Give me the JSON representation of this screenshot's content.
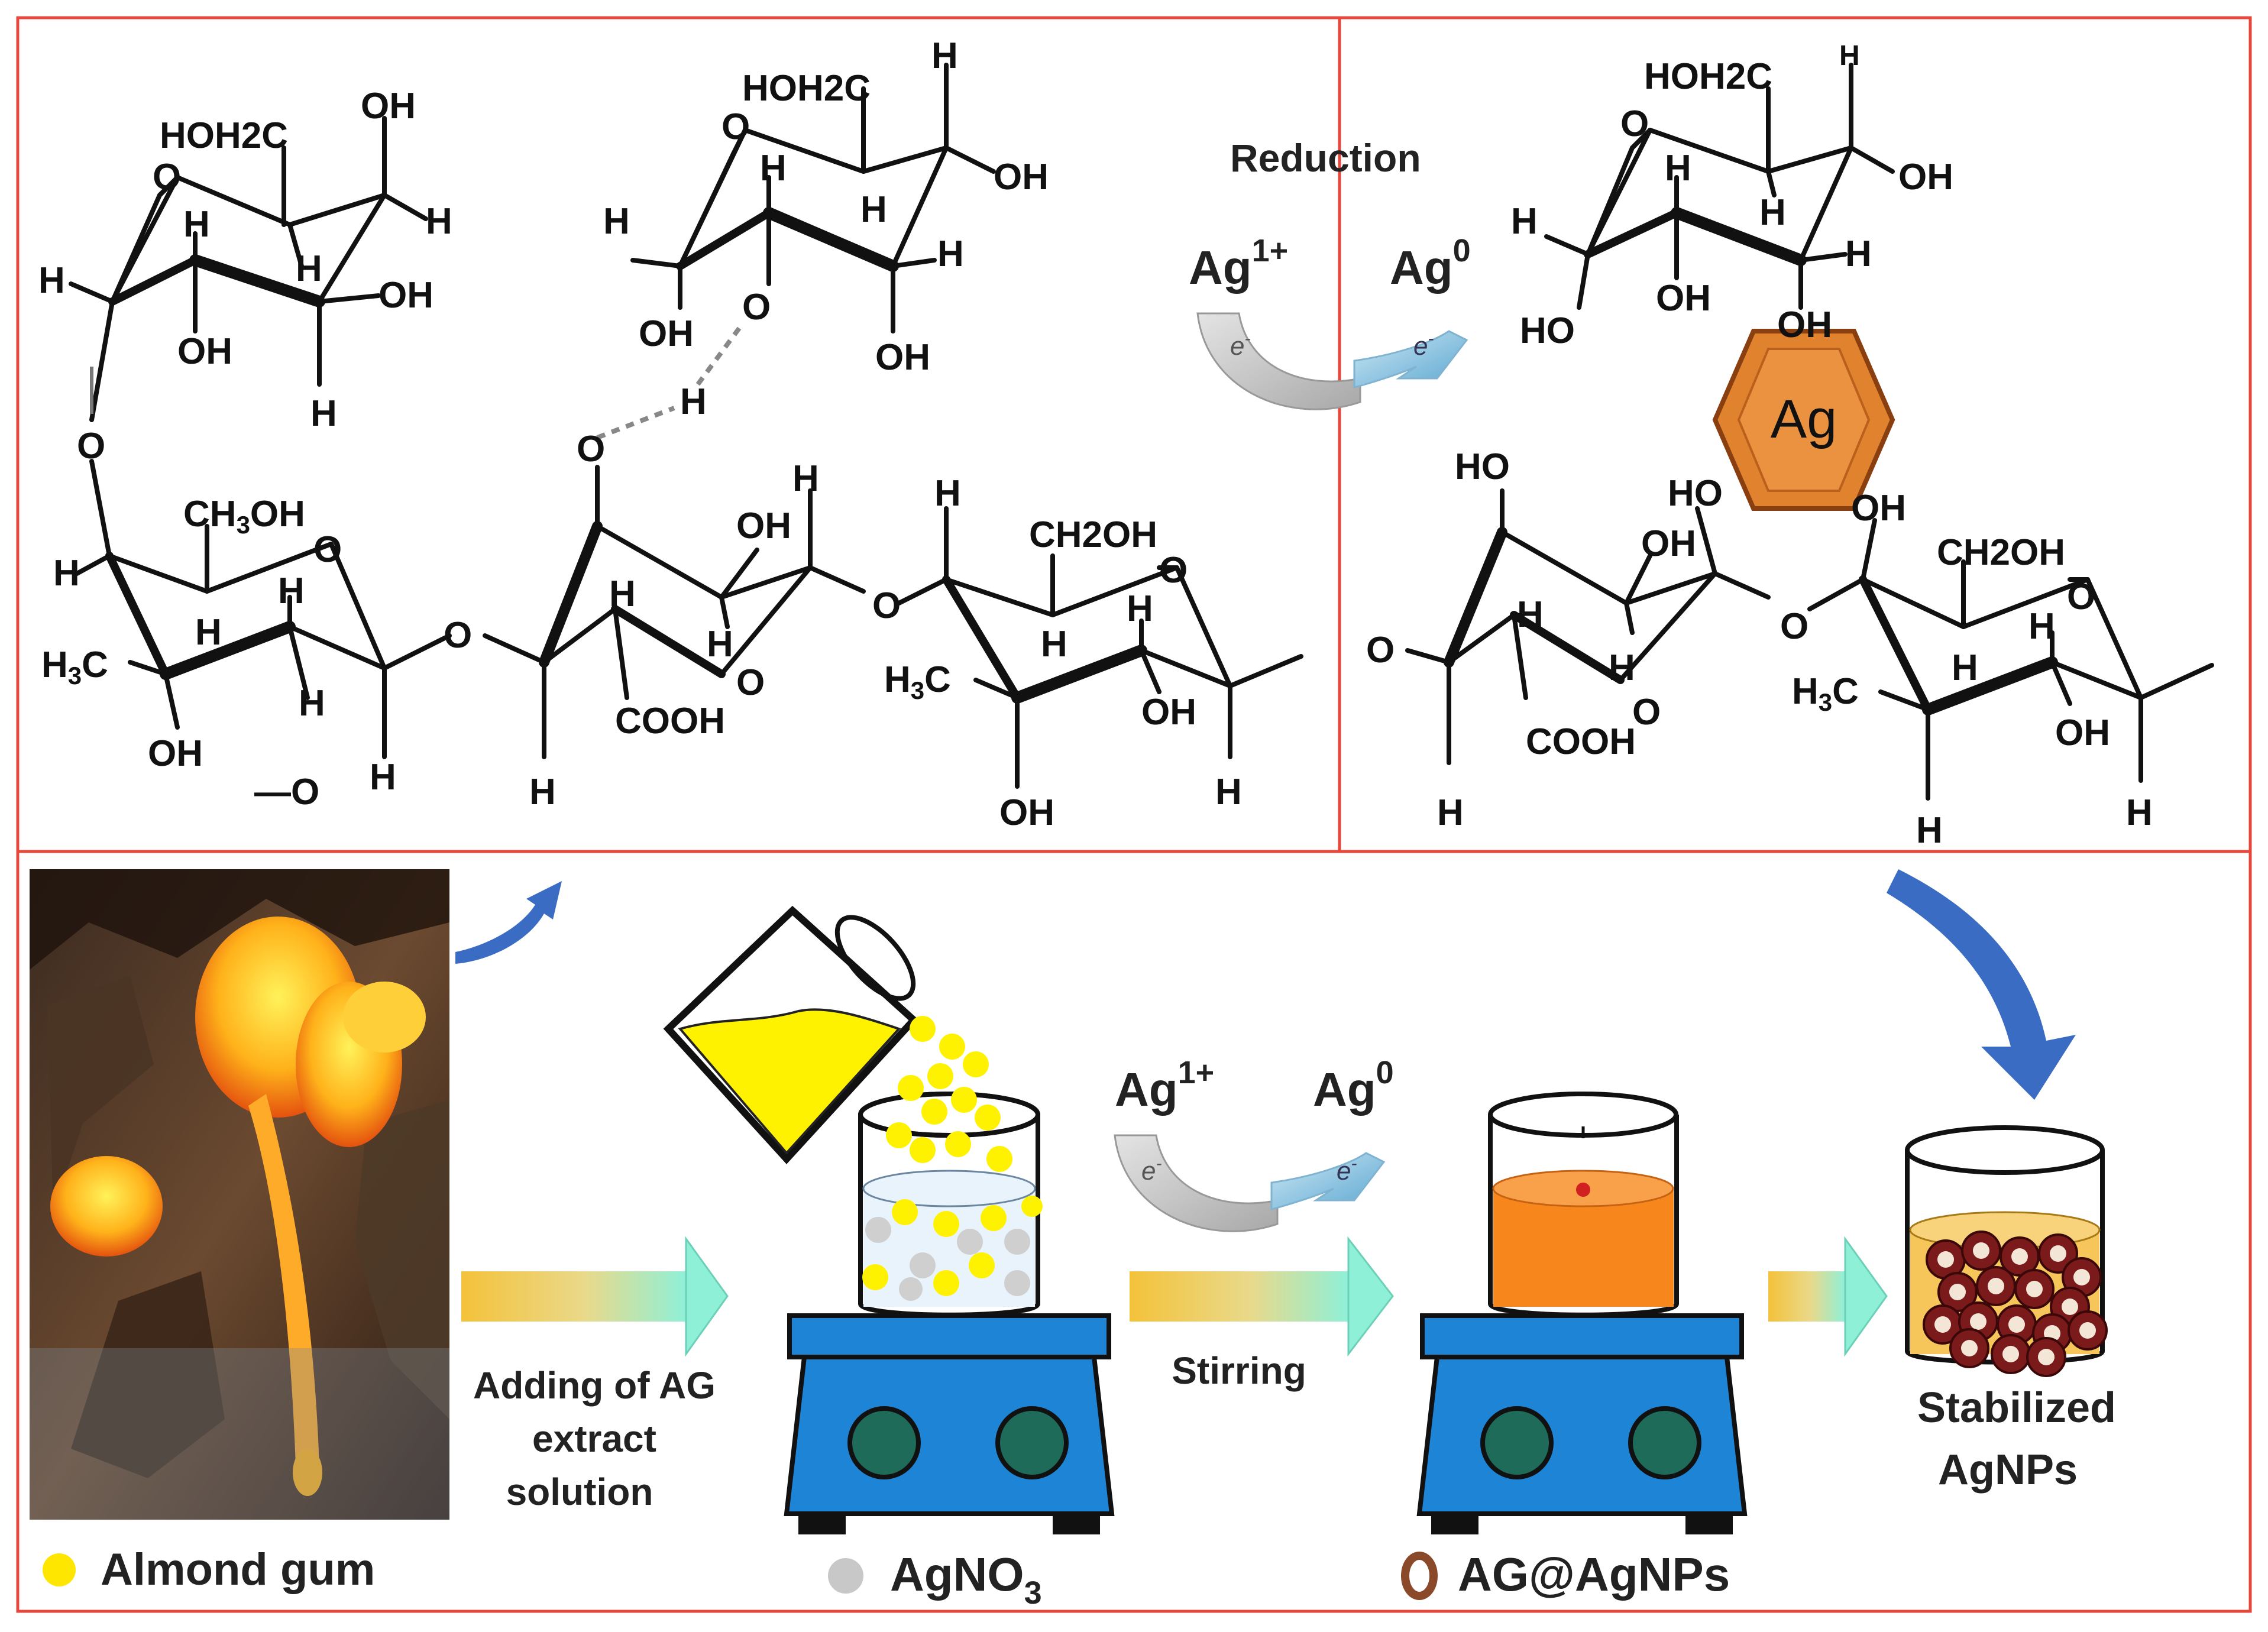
{
  "top": {
    "reduction_label": "Reduction",
    "ag_ion": "Ag",
    "ag_ion_charge": "1+",
    "ag_metal": "Ag",
    "ag_metal_charge": "0",
    "electron": "e",
    "electron_sup": "-",
    "ag_hex_label": "Ag"
  },
  "atoms": {
    "H": "H",
    "O": "O",
    "OH": "OH",
    "HO": "HO",
    "HOH2C": "HOH2C",
    "CH3OH": "CH3OH",
    "CH2OH": "CH2OH",
    "H3C": "H3C",
    "COOH": "COOH"
  },
  "bottom": {
    "step1_label_line1": "Adding of AG",
    "step1_label_line2": "extract",
    "step1_label_line3": "solution",
    "step2_label": "Stirring",
    "final_line1": "Stabilized",
    "final_line2": "AgNPs",
    "ag_ion": "Ag",
    "ag_ion_charge": "1+",
    "ag_metal": "Ag",
    "ag_metal_charge": "0",
    "electron": "e",
    "electron_sup": "-"
  },
  "legend": [
    {
      "label": "Almond gum",
      "color": "#ffe600"
    },
    {
      "label": "AgNO",
      "sub": "3",
      "color": "#c8c8c8"
    },
    {
      "label": "AG@AgNPs",
      "color": "#8a4a2a"
    }
  ],
  "colors": {
    "frame": "#e8483c",
    "arrow_blue": "#3b6cc4",
    "beaker_yellow": "#fff200",
    "solution_orange": "#f7861c",
    "ag_hex": "#e0822e",
    "stirrer": "#1d84d6",
    "knob": "#1e6b5a"
  }
}
